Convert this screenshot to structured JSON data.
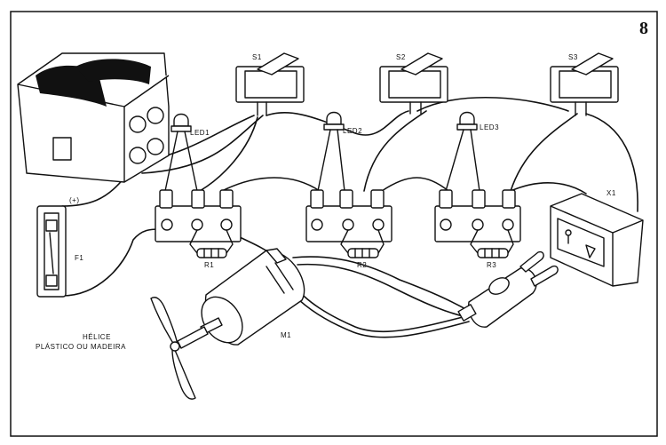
{
  "figure_number": "8",
  "components": {
    "switches": [
      "S1",
      "S2",
      "S3"
    ],
    "leds": [
      "LED1",
      "LED2",
      "LED3"
    ],
    "resistors": [
      "R1",
      "R2",
      "R3"
    ],
    "fuse": "F1",
    "fuse_polarity": "(+)",
    "socket": "X1",
    "motor": "M1"
  },
  "propeller": {
    "line1": "HÉLICE",
    "line2": "PLÁSTICO OU MADEIRA"
  }
}
